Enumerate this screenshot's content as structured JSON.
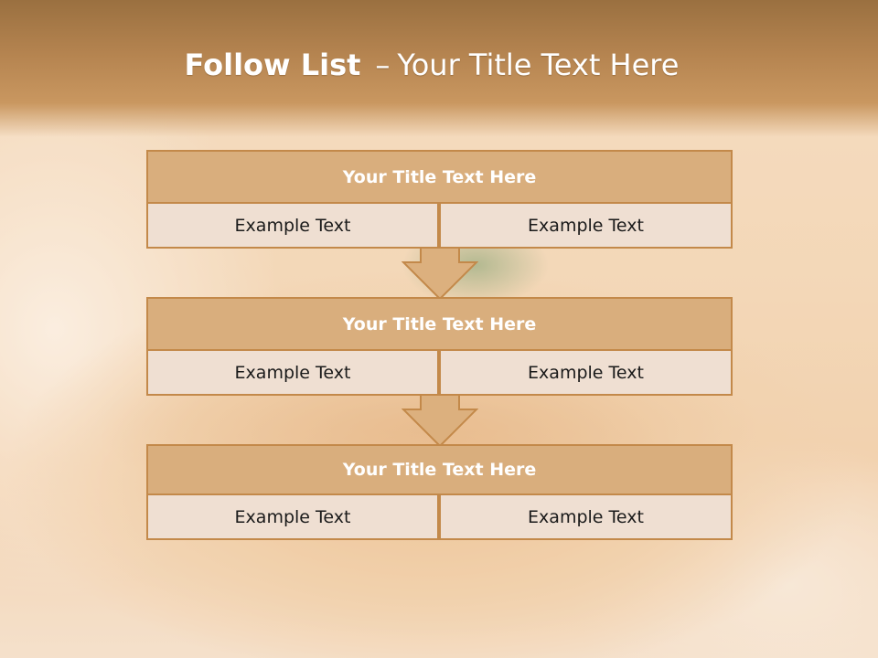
{
  "slide": {
    "title_bold": "Follow List",
    "title_separator": "–",
    "title_rest": "Your Title Text Here"
  },
  "blocks": [
    {
      "title": "Your Title Text Here",
      "left": "Example Text",
      "right": "Example Text"
    },
    {
      "title": "Your Title Text Here",
      "left": "Example Text",
      "right": "Example Text"
    },
    {
      "title": "Your Title Text Here",
      "left": "Example Text",
      "right": "Example Text"
    }
  ],
  "colors": {
    "header_fill": "#d9ae7d",
    "cell_fill": "#efdfd2",
    "border": "#c3894a",
    "arrow_fill": "#dcb07e"
  }
}
